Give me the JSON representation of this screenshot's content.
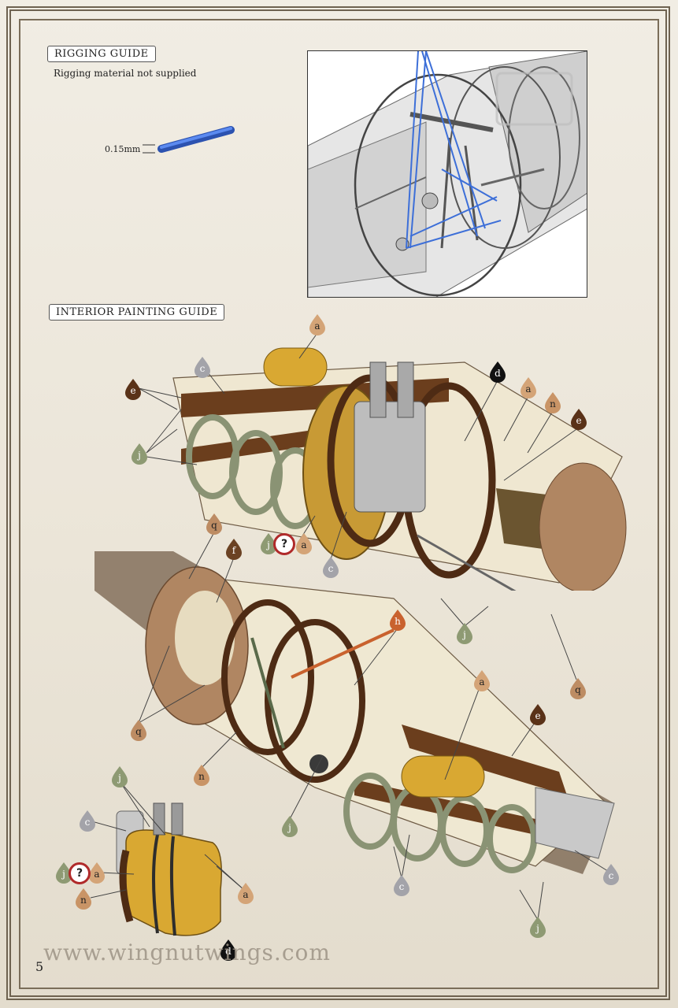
{
  "rigging": {
    "title": "RIGGING GUIDE",
    "note": "Rigging material not supplied",
    "wire_label": "0.15mm",
    "wire_color": "#3d6fd8"
  },
  "interior": {
    "title": "INTERIOR PAINTING GUIDE"
  },
  "colors": {
    "a": "#d4a477",
    "c": "#a3a3a9",
    "d": "#111111",
    "e": "#5a3218",
    "f": "#6b4223",
    "h": "#c9622e",
    "j": "#8e9a73",
    "n": "#c99466",
    "q": "#bd8c63"
  },
  "callouts": [
    "a",
    "c",
    "e",
    "j",
    "d",
    "a",
    "n",
    "e",
    "q",
    "f",
    "j",
    "a",
    "c",
    "j",
    "q",
    "h",
    "q",
    "n",
    "a",
    "e",
    "j",
    "c",
    "c",
    "j",
    "j",
    "c",
    "a",
    "a",
    "n",
    "d"
  ],
  "optional_mark": "?",
  "footer": {
    "website": "www.wingnutwings.com",
    "page_number": "5"
  }
}
